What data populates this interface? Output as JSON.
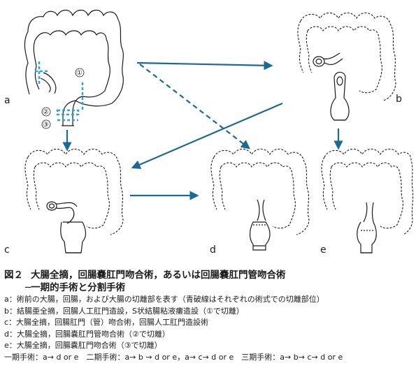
{
  "figure": {
    "panel_labels": [
      "a",
      "b",
      "c",
      "d",
      "e"
    ],
    "cut_labels": [
      "①",
      "②",
      "③"
    ]
  },
  "caption": {
    "number": "図２",
    "title": "大腸全摘，回腸嚢肛門吻合術，あるいは回腸嚢肛門管吻合術",
    "subtitle": "一期的手術と分割手術",
    "lines": [
      "a：術前の大腸，回腸，および大腸の切離部を表す（青破線はそれぞれの術式での切離部位）",
      "b：結腸亜全摘，回腸人工肛門造設，S状結腸粘液瘻造設（①で切離）",
      "c：大腸全摘，回腸肛門（管）吻合術，回腸人工肛門造設術",
      "d：大腸全摘，回腸嚢肛門管吻合術（②で切離）",
      "e：大腸全摘，回腸嚢肛門吻合術（③で切離）",
      "一期手術：a→ d or e　二期手術：a→ b → d or e，a→ c→ d or e　三期手術：a→ b→ c→ d or e"
    ]
  },
  "colors": {
    "arrow": "#1b6a96",
    "cut_line": "#2aa6df",
    "outline": "#1a1a1a"
  }
}
